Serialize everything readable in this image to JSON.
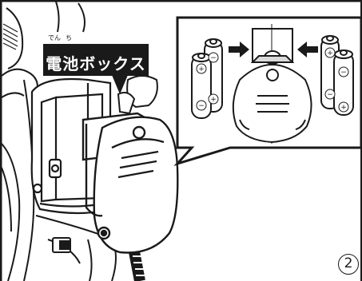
{
  "callout": {
    "label": "電池ボックス",
    "furigana_den": "でん",
    "furigana_chi": "ち"
  },
  "step_number": "2",
  "battery_polarity": {
    "plus": "+",
    "minus": "−"
  },
  "colors": {
    "ink": "#1a1a1a",
    "paper": "#ffffff",
    "shade": "#d9d9d9"
  },
  "icons": [
    "battery-icon",
    "arrow-right-icon",
    "arrow-left-icon"
  ]
}
